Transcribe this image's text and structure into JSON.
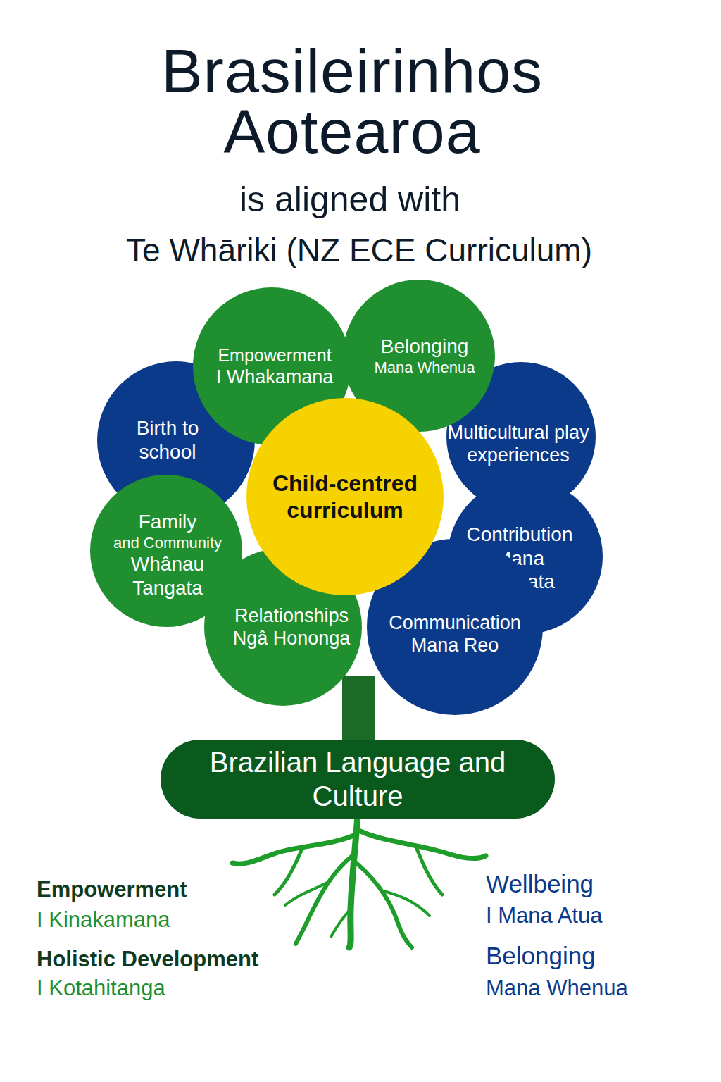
{
  "diagram": {
    "title": "Brasileirinhos Aotearoa",
    "nodes": [
      {
        "text": [
          "Empowerment",
          "I Whakamana"
        ]
      },
      {
        "text": [
          "Belonging",
          "Mana Whenua"
        ]
      },
      {
        "text": [
          "Birth to school"
        ]
      },
      {
        "text": [
          "Child-centred curriculum"
        ]
      },
      {
        "text": [
          "Multicultural play experiences"
        ]
      },
      {
        "text": [
          "Family",
          "and Community",
          "Whânau Tangata"
        ]
      },
      {
        "text": [
          "Contribution",
          "Mana Tangata"
        ]
      },
      {
        "text": [
          "Relationships",
          "Ngâ Hononga"
        ]
      },
      {
        "text": [
          "Communication",
          "Mana Reo"
        ]
      },
      {
        "text": [
          "Brazilian Language and Culture"
        ]
      }
    ],
    "labels": [
      "is aligned with",
      "Te Whāriki (NZ ECE Curriculum)",
      "Empowerment",
      "I Kinakamana",
      "Holistic Development",
      "I Kotahitanga",
      "Wellbeing",
      "I Mana Atua",
      "Belonging",
      "Mana Whenua"
    ]
  }
}
